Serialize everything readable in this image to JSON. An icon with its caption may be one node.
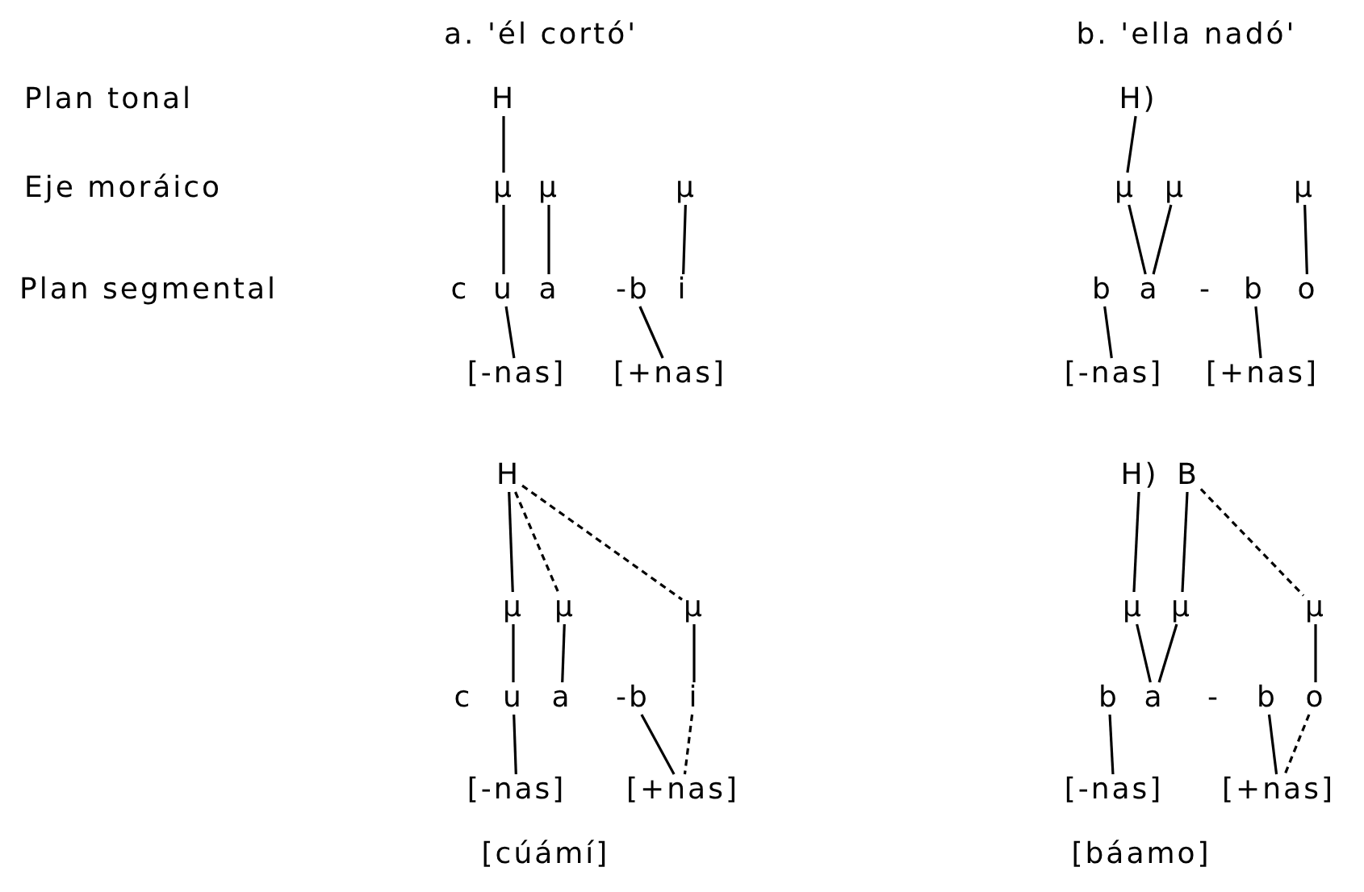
{
  "diagram": {
    "nodes": [
      {
        "text": [
          "H"
        ]
      },
      {
        "text": [
          "μ"
        ]
      },
      {
        "text": [
          "μ"
        ]
      },
      {
        "text": [
          "μ"
        ]
      },
      {
        "text": [
          "c"
        ]
      },
      {
        "text": [
          "u"
        ]
      },
      {
        "text": [
          "a"
        ]
      },
      {
        "text": [
          "-b"
        ]
      },
      {
        "text": [
          "i"
        ]
      },
      {
        "text": [
          "[-nas]"
        ]
      },
      {
        "text": [
          "[+nas]"
        ]
      },
      {
        "text": [
          "H)"
        ]
      },
      {
        "text": [
          "μ"
        ]
      },
      {
        "text": [
          "μ"
        ]
      },
      {
        "text": [
          "μ"
        ]
      },
      {
        "text": [
          "b"
        ]
      },
      {
        "text": [
          "a"
        ]
      },
      {
        "text": [
          "-"
        ]
      },
      {
        "text": [
          "b"
        ]
      },
      {
        "text": [
          "o"
        ]
      },
      {
        "text": [
          "[-nas]"
        ]
      },
      {
        "text": [
          "[+nas]"
        ]
      },
      {
        "text": [
          "H"
        ]
      },
      {
        "text": [
          "μ"
        ]
      },
      {
        "text": [
          "μ"
        ]
      },
      {
        "text": [
          "μ"
        ]
      },
      {
        "text": [
          "c"
        ]
      },
      {
        "text": [
          "u"
        ]
      },
      {
        "text": [
          "a"
        ]
      },
      {
        "text": [
          "-b"
        ]
      },
      {
        "text": [
          "i"
        ]
      },
      {
        "text": [
          "[-nas]"
        ]
      },
      {
        "text": [
          "[+nas]"
        ]
      },
      {
        "text": [
          "H)"
        ]
      },
      {
        "text": [
          "B"
        ]
      },
      {
        "text": [
          "μ"
        ]
      },
      {
        "text": [
          "μ"
        ]
      },
      {
        "text": [
          "μ"
        ]
      },
      {
        "text": [
          "b"
        ]
      },
      {
        "text": [
          "a"
        ]
      },
      {
        "text": [
          "-"
        ]
      },
      {
        "text": [
          "b"
        ]
      },
      {
        "text": [
          "o"
        ]
      },
      {
        "text": [
          "[-nas]"
        ]
      },
      {
        "text": [
          "[+nas]"
        ]
      }
    ],
    "edges": [
      {
        "from": 0,
        "to": 1,
        "arrow": "none"
      },
      {
        "from": 1,
        "to": 5,
        "arrow": "none"
      },
      {
        "from": 2,
        "to": 6,
        "arrow": "none"
      },
      {
        "from": 3,
        "to": 8,
        "arrow": "none"
      },
      {
        "from": 5,
        "to": 9,
        "arrow": "none"
      },
      {
        "from": 7,
        "to": 10,
        "arrow": "none"
      },
      {
        "from": 11,
        "to": 12,
        "arrow": "none"
      },
      {
        "from": 12,
        "to": 16,
        "arrow": "none"
      },
      {
        "from": 13,
        "to": 16,
        "arrow": "none"
      },
      {
        "from": 14,
        "to": 19,
        "arrow": "none"
      },
      {
        "from": 15,
        "to": 20,
        "arrow": "none"
      },
      {
        "from": 18,
        "to": 21,
        "arrow": "none"
      },
      {
        "from": 22,
        "to": 23,
        "arrow": "none"
      },
      {
        "from": 22,
        "to": 24,
        "arrow": "none",
        "style": "dashed"
      },
      {
        "from": 22,
        "to": 25,
        "arrow": "none",
        "style": "dashed"
      },
      {
        "from": 23,
        "to": 27,
        "arrow": "none"
      },
      {
        "from": 24,
        "to": 28,
        "arrow": "none"
      },
      {
        "from": 25,
        "to": 30,
        "arrow": "none"
      },
      {
        "from": 27,
        "to": 31,
        "arrow": "none"
      },
      {
        "from": 29,
        "to": 32,
        "arrow": "none"
      },
      {
        "from": 30,
        "to": 32,
        "arrow": "none",
        "style": "dashed"
      },
      {
        "from": 33,
        "to": 35,
        "arrow": "none"
      },
      {
        "from": 34,
        "to": 36,
        "arrow": "none"
      },
      {
        "from": 34,
        "to": 37,
        "arrow": "none",
        "style": "dashed"
      },
      {
        "from": 35,
        "to": 39,
        "arrow": "none"
      },
      {
        "from": 36,
        "to": 39,
        "arrow": "none"
      },
      {
        "from": 37,
        "to": 42,
        "arrow": "none"
      },
      {
        "from": 38,
        "to": 43,
        "arrow": "none"
      },
      {
        "from": 41,
        "to": 44,
        "arrow": "none"
      },
      {
        "from": 42,
        "to": 44,
        "arrow": "none",
        "style": "dashed"
      }
    ],
    "labels": [
      "a. 'él cortó'",
      "b. 'ella nadó'",
      "Plan tonal",
      "Eje moráico",
      "Plan segmental",
      "[cúámí]",
      "[báamo]"
    ]
  }
}
